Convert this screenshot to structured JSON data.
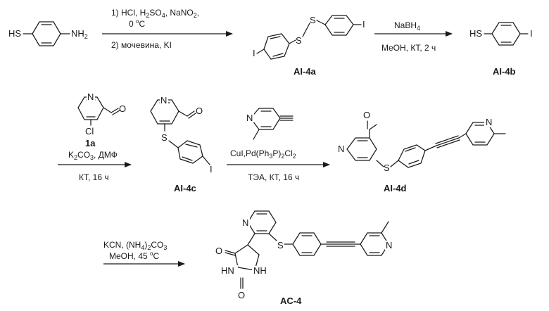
{
  "scheme": {
    "step1": {
      "conditions_line1_prefix": "1) HCl, H",
      "conditions_line1_sub1": "2",
      "conditions_line1_mid": "SO",
      "conditions_line1_sub2": "4",
      "conditions_line1_suffix": ", NaNO",
      "conditions_line1_sub3": "2",
      "conditions_line1_end": ",",
      "conditions_line2_prefix": "0 ",
      "conditions_line2_sup": "o",
      "conditions_line2_suffix": "C",
      "conditions_line3": "2) мочевина, KI"
    },
    "step2": {
      "reagent_prefix": "NaBH",
      "reagent_sub": "4",
      "conditions": "MeOH, КТ, 2 ч"
    },
    "step3": {
      "reagent_label": "1a",
      "conditions_line1_prefix": "K",
      "conditions_line1_sub1": "2",
      "conditions_line1_mid": "CO",
      "conditions_line1_sub2": "3",
      "conditions_line1_suffix": ", ДМФ",
      "conditions_line2": "КТ, 16 ч"
    },
    "step4": {
      "catalyst_prefix": "CuI,Pd(Ph",
      "catalyst_sub1": "3",
      "catalyst_mid": "P)",
      "catalyst_sub2": "2",
      "catalyst_mid2": "Cl",
      "catalyst_sub3": "2",
      "conditions": "ТЭА, КТ, 16 ч"
    },
    "step5": {
      "reagent_prefix": "KCN, (NH",
      "reagent_sub1": "4",
      "reagent_mid": ")",
      "reagent_sub2": "2",
      "reagent_mid2": "CO",
      "reagent_sub3": "3",
      "conditions_prefix": "MeOH, 45 ",
      "conditions_sup": "o",
      "conditions_suffix": "C"
    },
    "labels": {
      "ai4a": "AI-4a",
      "ai4b": "AI-4b",
      "ai4c": "AI-4c",
      "ai4d": "AI-4d",
      "ac4": "AC-4"
    },
    "atoms": {
      "hs": "HS",
      "nh2_prefix": "NH",
      "nh2_sub": "2",
      "iodine": "I",
      "sulfur": "S",
      "nitrogen": "N",
      "oxygen": "O",
      "chlorine": "Cl",
      "nh": "NH",
      "hn": "HN"
    }
  }
}
